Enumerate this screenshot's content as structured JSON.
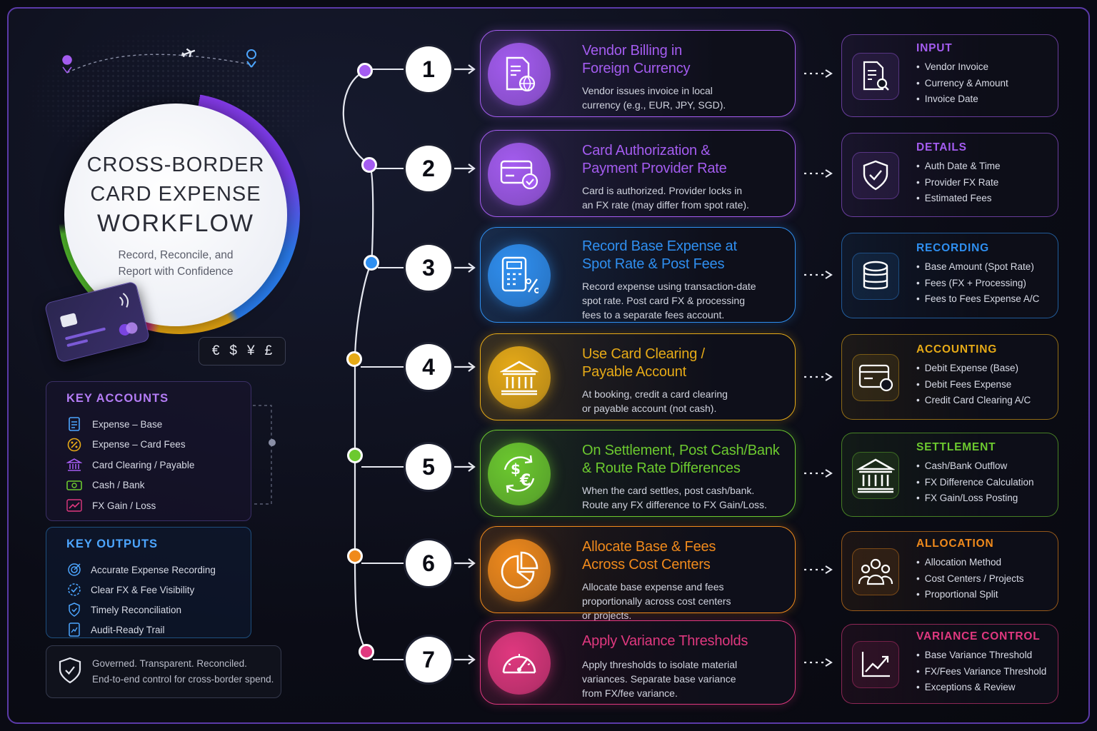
{
  "hero": {
    "title_line1": "CROSS-BORDER",
    "title_line2": "CARD EXPENSE",
    "title_line3": "WORKFLOW",
    "subtitle_line1": "Record, Reconcile, and",
    "subtitle_line2": "Report with Confidence"
  },
  "currencies": [
    "€",
    "$",
    "¥",
    "£"
  ],
  "key_accounts": {
    "heading": "KEY ACCOUNTS",
    "items": [
      {
        "label": "Expense – Base",
        "icon": "document-icon"
      },
      {
        "label": "Expense – Card Fees",
        "icon": "percent-icon"
      },
      {
        "label": "Card Clearing / Payable",
        "icon": "bank-icon"
      },
      {
        "label": "Cash / Bank",
        "icon": "cash-icon"
      },
      {
        "label": "FX Gain / Loss",
        "icon": "trend-icon"
      }
    ]
  },
  "key_outputs": {
    "heading": "KEY OUTPUTS",
    "items": [
      {
        "label": "Accurate Expense Recording",
        "icon": "target-icon"
      },
      {
        "label": "Clear FX & Fee Visibility",
        "icon": "check-badge-icon"
      },
      {
        "label": "Timely Reconciliation",
        "icon": "shield-check-icon"
      },
      {
        "label": "Audit-Ready Trail",
        "icon": "report-icon"
      }
    ]
  },
  "governed": {
    "line1": "Governed. Transparent. Reconciled.",
    "line2": "End-to-end control for cross-border spend."
  },
  "steps": [
    {
      "num": "1",
      "title_line1": "Vendor Billing in",
      "title_line2": "Foreign Currency",
      "desc_line1": "Vendor issues invoice in local",
      "desc_line2": "currency (e.g., EUR, JPY, SGD).",
      "desc_line3": "",
      "color": "#a45cf0",
      "icon": "invoice-globe-icon"
    },
    {
      "num": "2",
      "title_line1": "Card Authorization &",
      "title_line2": "Payment Provider Rate",
      "desc_line1": "Card is authorized. Provider locks in",
      "desc_line2": "an FX rate (may differ from spot rate).",
      "desc_line3": "",
      "color": "#a45cf0",
      "icon": "card-check-icon"
    },
    {
      "num": "3",
      "title_line1": "Record Base Expense at",
      "title_line2": "Spot Rate & Post Fees",
      "desc_line1": "Record expense using transaction-date",
      "desc_line2": "spot rate. Post card FX & processing",
      "desc_line3": "fees to a separate fees account.",
      "color": "#2f8ff0",
      "icon": "calculator-icon"
    },
    {
      "num": "4",
      "title_line1": "Use Card Clearing /",
      "title_line2": "Payable Account",
      "desc_line1": "At booking, credit a card clearing",
      "desc_line2": "or payable account (not cash).",
      "desc_line3": "",
      "color": "#e6aa17",
      "icon": "bank-icon"
    },
    {
      "num": "5",
      "title_line1": "On Settlement, Post Cash/Bank",
      "title_line2": "& Route Rate Differences",
      "desc_line1": "When the card settles, post cash/bank.",
      "desc_line2": "Route any FX difference to FX Gain/Loss.",
      "desc_line3": "",
      "color": "#6cc92f",
      "icon": "currency-exchange-icon"
    },
    {
      "num": "6",
      "title_line1": "Allocate Base & Fees",
      "title_line2": "Across Cost Centers",
      "desc_line1": "Allocate base expense and fees",
      "desc_line2": "proportionally across cost centers",
      "desc_line3": "or projects.",
      "color": "#f08a1c",
      "icon": "pie-chart-icon"
    },
    {
      "num": "7",
      "title_line1": "Apply Variance Thresholds",
      "title_line2": "",
      "desc_line1": "Apply thresholds to isolate material",
      "desc_line2": "variances. Separate base variance",
      "desc_line3": "from FX/fee variance.",
      "color": "#e0387f",
      "icon": "gauge-icon"
    }
  ],
  "infos": [
    {
      "heading": "INPUT",
      "items": [
        "Vendor Invoice",
        "Currency & Amount",
        "Invoice Date"
      ],
      "icon": "invoice-search-icon"
    },
    {
      "heading": "DETAILS",
      "items": [
        "Auth Date & Time",
        "Provider FX Rate",
        "Estimated Fees"
      ],
      "icon": "shield-check-icon"
    },
    {
      "heading": "RECORDING",
      "items": [
        "Base Amount (Spot Rate)",
        "Fees (FX + Processing)",
        "Fees to Fees Expense A/C"
      ],
      "icon": "database-icon"
    },
    {
      "heading": "ACCOUNTING",
      "items": [
        "Debit Expense (Base)",
        "Debit Fees Expense",
        "Credit Card Clearing A/C"
      ],
      "icon": "card-clock-icon"
    },
    {
      "heading": "SETTLEMENT",
      "items": [
        "Cash/Bank Outflow",
        "FX Difference Calculation",
        "FX Gain/Loss Posting"
      ],
      "icon": "bank-icon"
    },
    {
      "heading": "ALLOCATION",
      "items": [
        "Allocation Method",
        "Cost Centers / Projects",
        "Proportional Split"
      ],
      "icon": "people-icon"
    },
    {
      "heading": "VARIANCE CONTROL",
      "items": [
        "Base Variance Threshold",
        "FX/Fees Variance Threshold",
        "Exceptions & Review"
      ],
      "icon": "chart-up-icon"
    }
  ]
}
